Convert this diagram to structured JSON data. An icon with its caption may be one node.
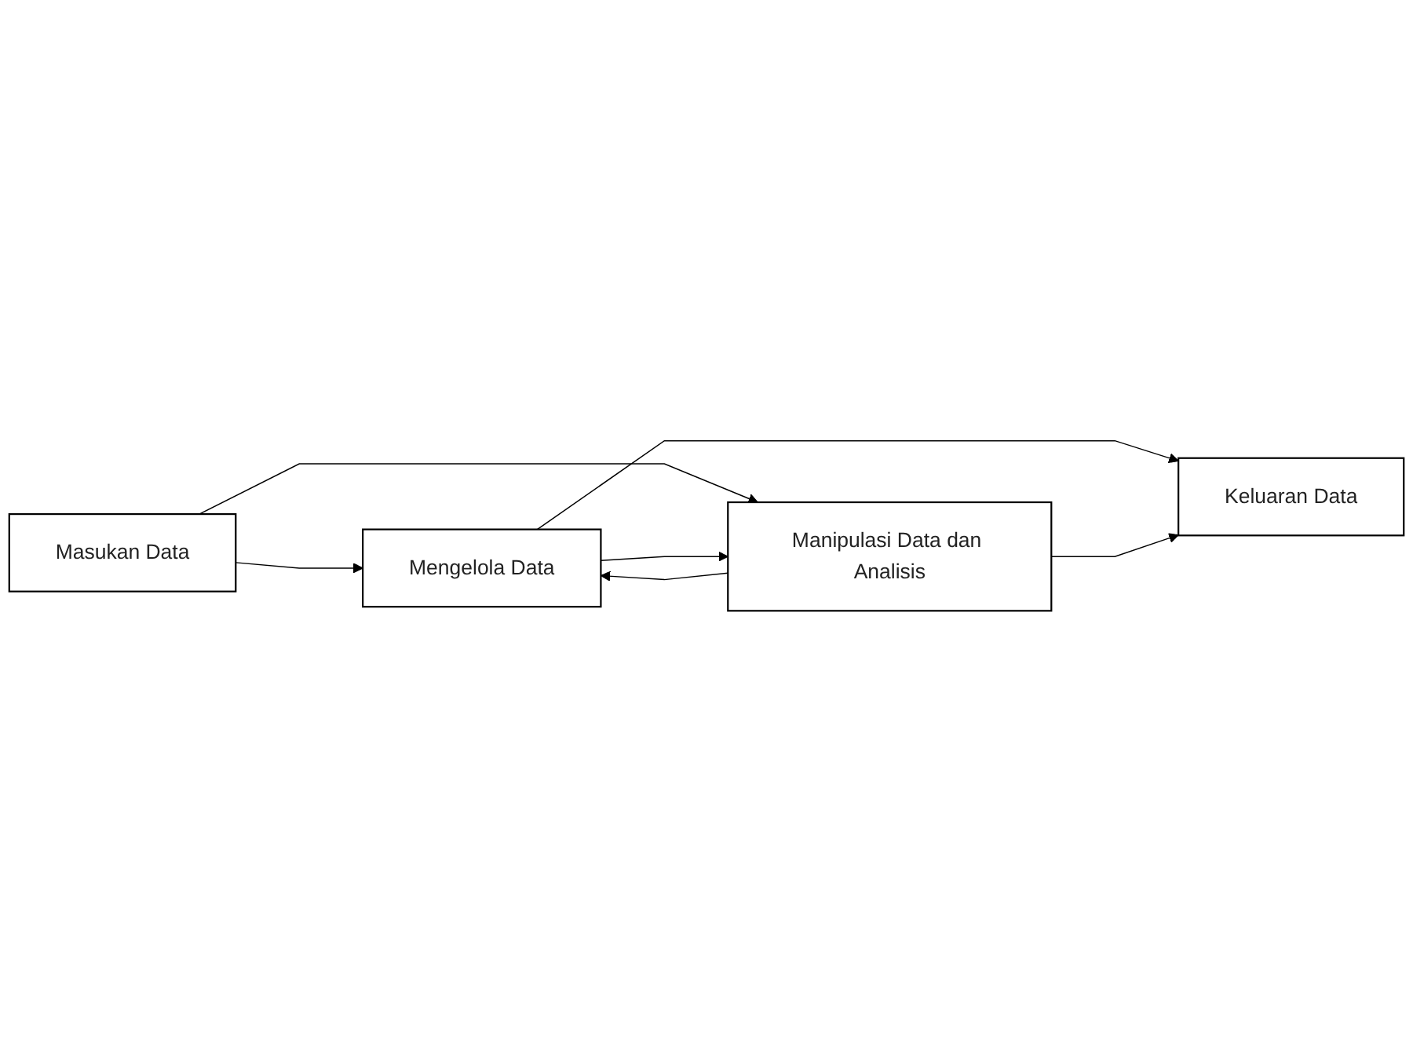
{
  "diagram": {
    "nodes": [
      {
        "text": [
          "Masukan Data"
        ]
      },
      {
        "text": [
          "Mengelola Data"
        ]
      },
      {
        "text": [
          "Manipulasi Data dan Analisis"
        ]
      },
      {
        "text": [
          "Keluaran Data"
        ]
      }
    ],
    "edges": [
      {
        "from": 0,
        "to": 1,
        "arrow": "to"
      },
      {
        "from": 0,
        "to": 2,
        "arrow": "to"
      },
      {
        "from": 1,
        "to": 2,
        "arrow": "to"
      },
      {
        "from": 2,
        "to": 1,
        "arrow": "to"
      },
      {
        "from": 1,
        "to": 3,
        "arrow": "to"
      },
      {
        "from": 2,
        "to": 3,
        "arrow": "to"
      }
    ]
  }
}
